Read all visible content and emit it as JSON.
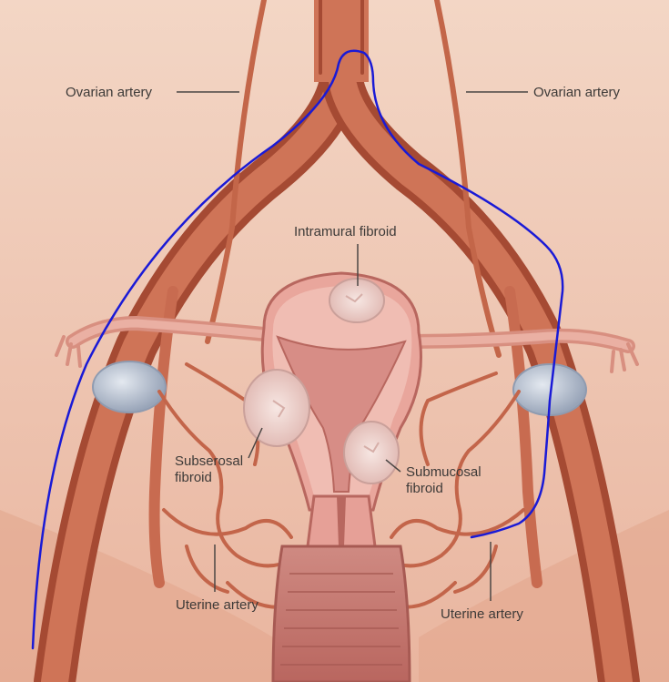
{
  "labels": {
    "ovarian_left": "Ovarian artery",
    "ovarian_right": "Ovarian artery",
    "intramural": "Intramural fibroid",
    "subserosal": "Subserosal\nfibroid",
    "submucosal": "Submucosal\nfibroid",
    "uterine_left": "Uterine artery",
    "uterine_right": "Uterine artery"
  },
  "colors": {
    "background_top": "#f2d2c0",
    "background_bottom": "#e7b39c",
    "artery": "#c8674c",
    "artery_dark": "#9c4530",
    "uterus": "#e8a49a",
    "uterus_dark": "#c97a72",
    "fibroid": "#f1dbd6",
    "ovary": "#b9c3d3",
    "catheter": "#1a1ad6",
    "leader": "#4b4644"
  }
}
